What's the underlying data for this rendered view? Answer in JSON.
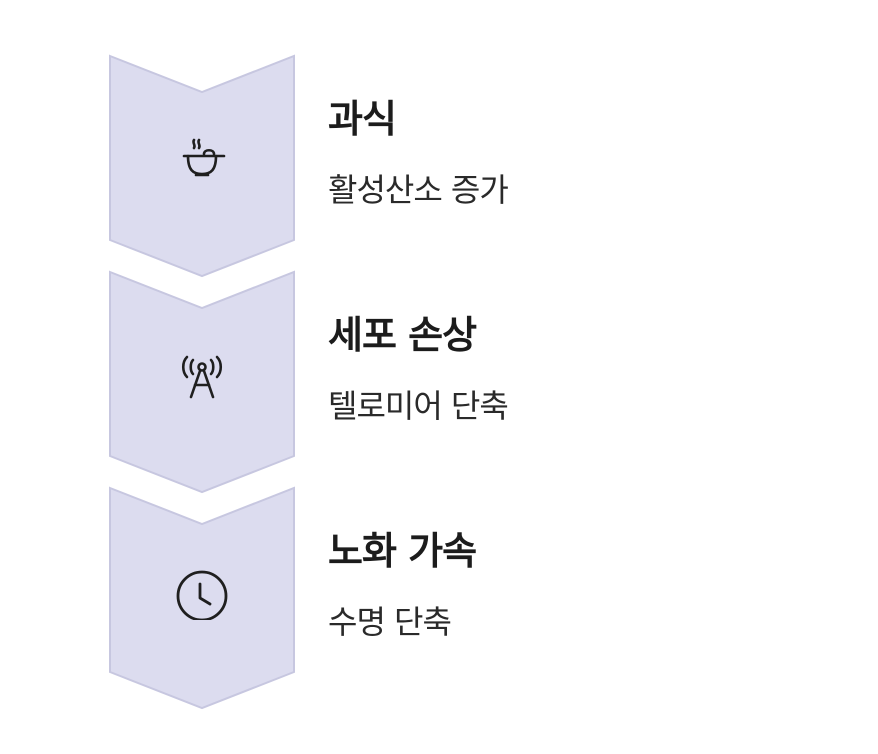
{
  "colors": {
    "chevron_fill": "#dcdcef",
    "chevron_stroke": "#c7c7e0",
    "icon_stroke": "#1f1f1f",
    "title_text": "#1c1c1c",
    "desc_text": "#2a2a2a"
  },
  "steps": [
    {
      "title": "과식",
      "description": "활성산소 증가",
      "icon": "steaming-bowl-icon"
    },
    {
      "title": "세포 손상",
      "description": "텔로미어 단축",
      "icon": "radio-tower-icon"
    },
    {
      "title": "노화 가속",
      "description": "수명 단축",
      "icon": "clock-icon"
    }
  ]
}
